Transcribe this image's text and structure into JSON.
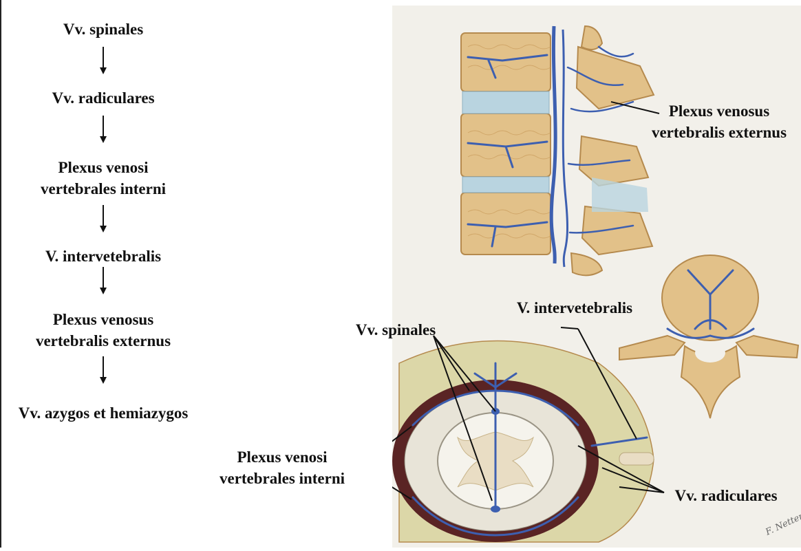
{
  "flowchart": {
    "steps": [
      {
        "label": "Vv. spinales"
      },
      {
        "label": "Vv. radiculares"
      },
      {
        "label": "Plexus venosi\nvertebrales interni"
      },
      {
        "label": "V. intervetebralis"
      },
      {
        "label": "Plexus venosus\nvertebralis externus"
      },
      {
        "label": "Vv. azygos et hemiazygos"
      }
    ]
  },
  "figure": {
    "labels": {
      "plexus_externus": "Plexus venosus\nvertebralis externus",
      "v_intervertebralis": "V. intervetebralis",
      "vv_spinales": "Vv. spinales",
      "plexus_interni": "Plexus venosi\nvertebrales interni",
      "vv_radiculares": "Vv. radiculares"
    },
    "signature": "F. Netter"
  },
  "colors": {
    "bone": "#e2c189",
    "bone_dark": "#c89a5a",
    "vein": "#3d5fb0",
    "disc": "#b9d4e0",
    "dura": "#5a2424",
    "fat": "#dcd7a8",
    "paper": "#f2f0ea"
  }
}
